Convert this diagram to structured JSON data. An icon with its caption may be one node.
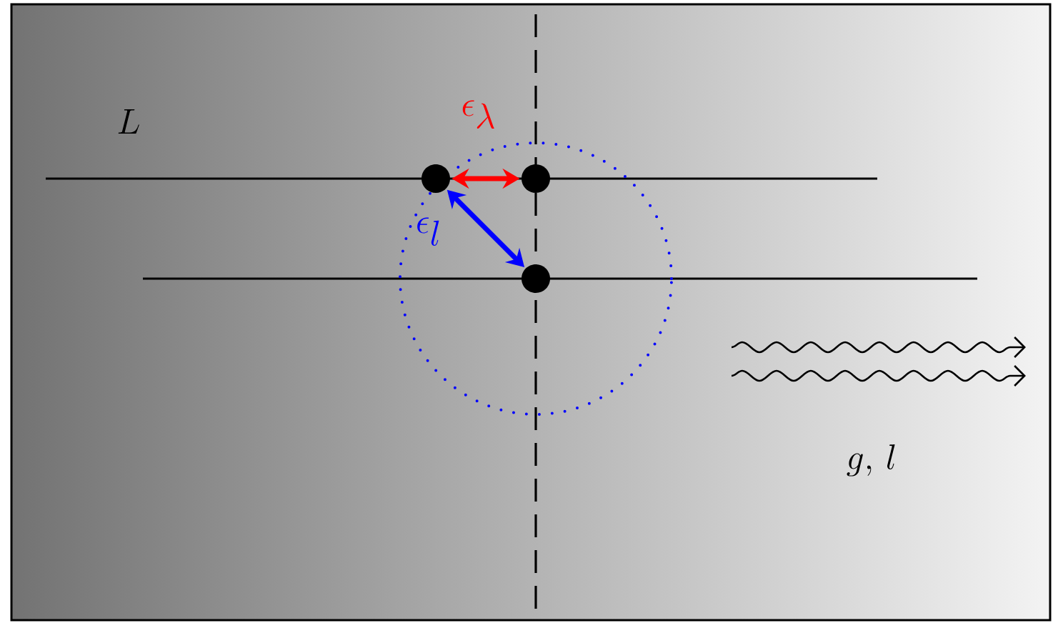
{
  "diagram": {
    "nodes": [
      {
        "text": [],
        "shape": "circle"
      },
      {
        "text": [],
        "shape": "circle"
      },
      {
        "text": [],
        "shape": "circle"
      }
    ],
    "edges": [
      {
        "from": 0,
        "to": 1,
        "arrow": "both",
        "label": "\\epsilon_\\lambda",
        "color": "#ff0000"
      },
      {
        "from": 0,
        "to": 2,
        "arrow": "both",
        "label": "\\epsilon_l",
        "color": "#0000ff"
      }
    ],
    "labels": [
      "L",
      "g,\\, l"
    ]
  }
}
